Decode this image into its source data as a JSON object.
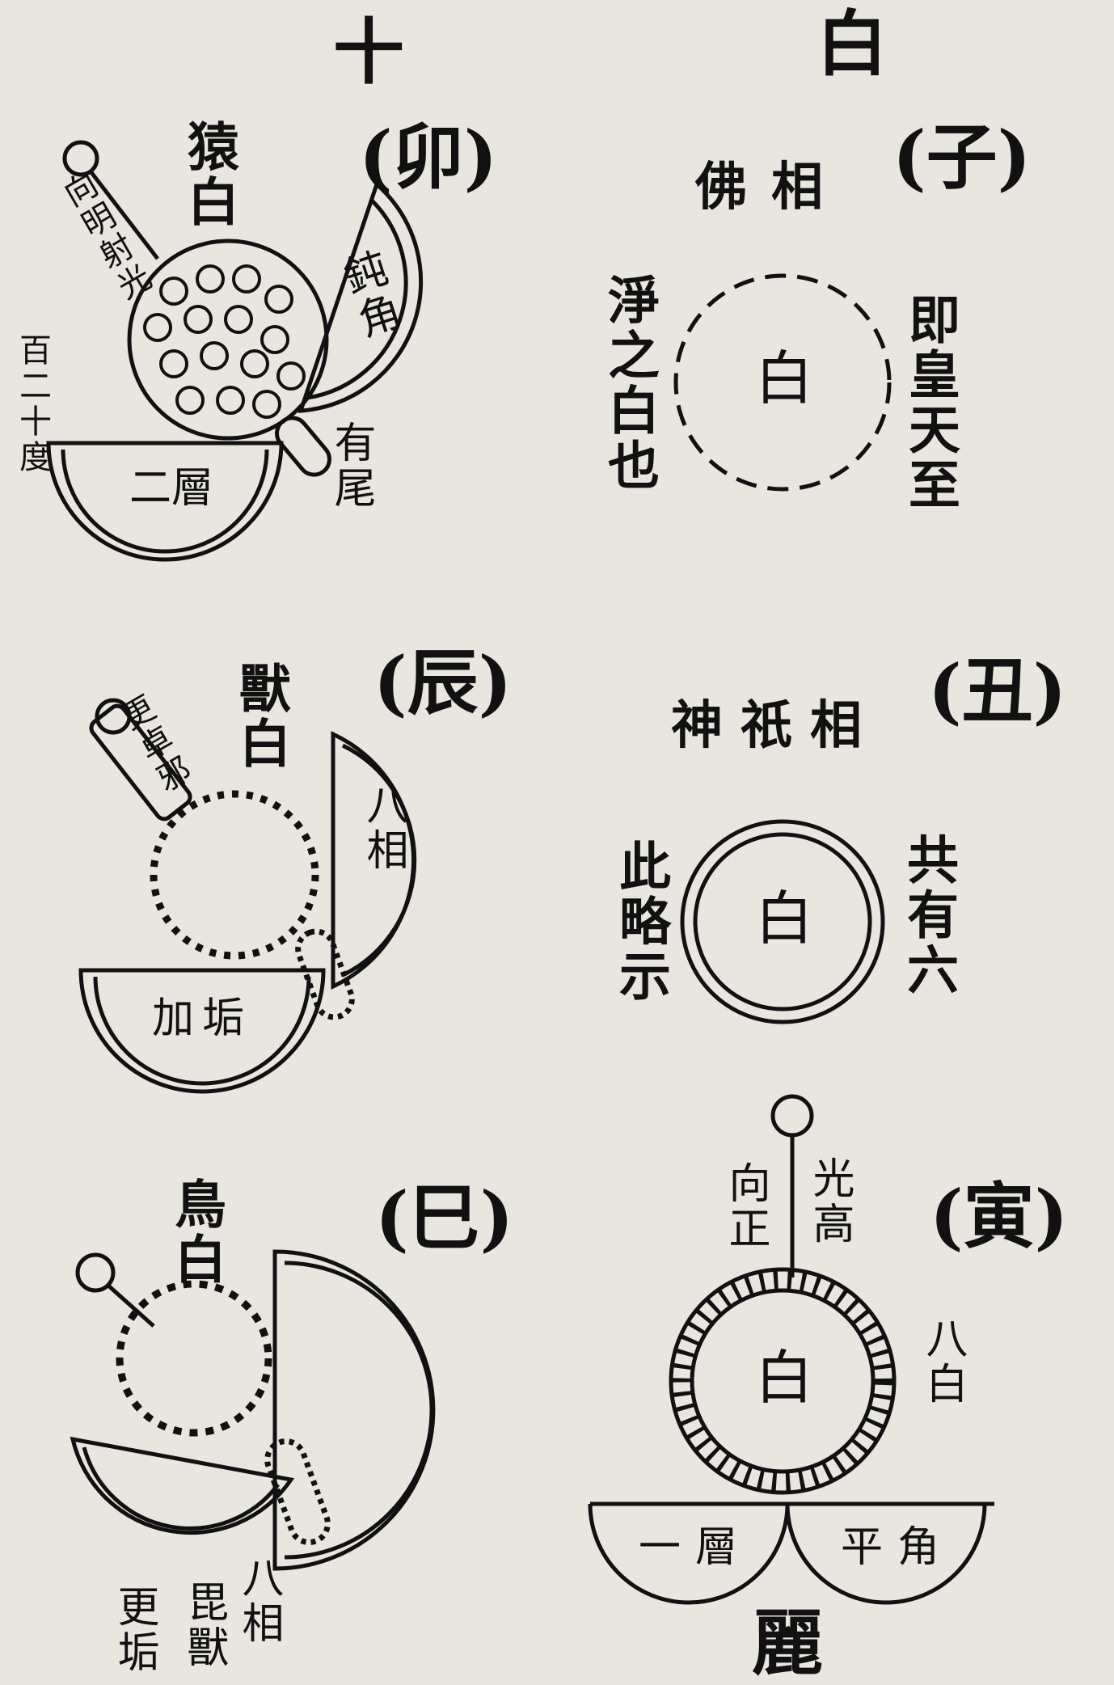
{
  "top": {
    "left": "十",
    "right": "白"
  },
  "panels": {
    "mao": {
      "title": "(卯)",
      "text1": "猿白",
      "text2": "向明射光",
      "text3": "百二十度",
      "text4": "鈍角",
      "text5": "二層",
      "text6": "有尾"
    },
    "zi": {
      "title": "(子)",
      "subtitle": "佛相",
      "center": "白",
      "left": "淨之白也",
      "right": "即皇天至"
    },
    "chen": {
      "title": "(辰)",
      "text1": "獸白",
      "text2": "更卓邪",
      "text3": "八相",
      "text4": "加垢"
    },
    "chou": {
      "title": "(丑)",
      "subtitle": "神祇相",
      "center": "白",
      "left": "此略示",
      "right": "共有六"
    },
    "si": {
      "title": "(巳)",
      "text1": "鳥白",
      "text2": "八相",
      "text3": "毘獸",
      "text4": "更垢"
    },
    "yin": {
      "title": "(寅)",
      "text1": "光高",
      "text2": "向正",
      "center": "白",
      "right": "八白",
      "left_base": "一層",
      "right_base": "平角",
      "bottom": "麗"
    }
  }
}
